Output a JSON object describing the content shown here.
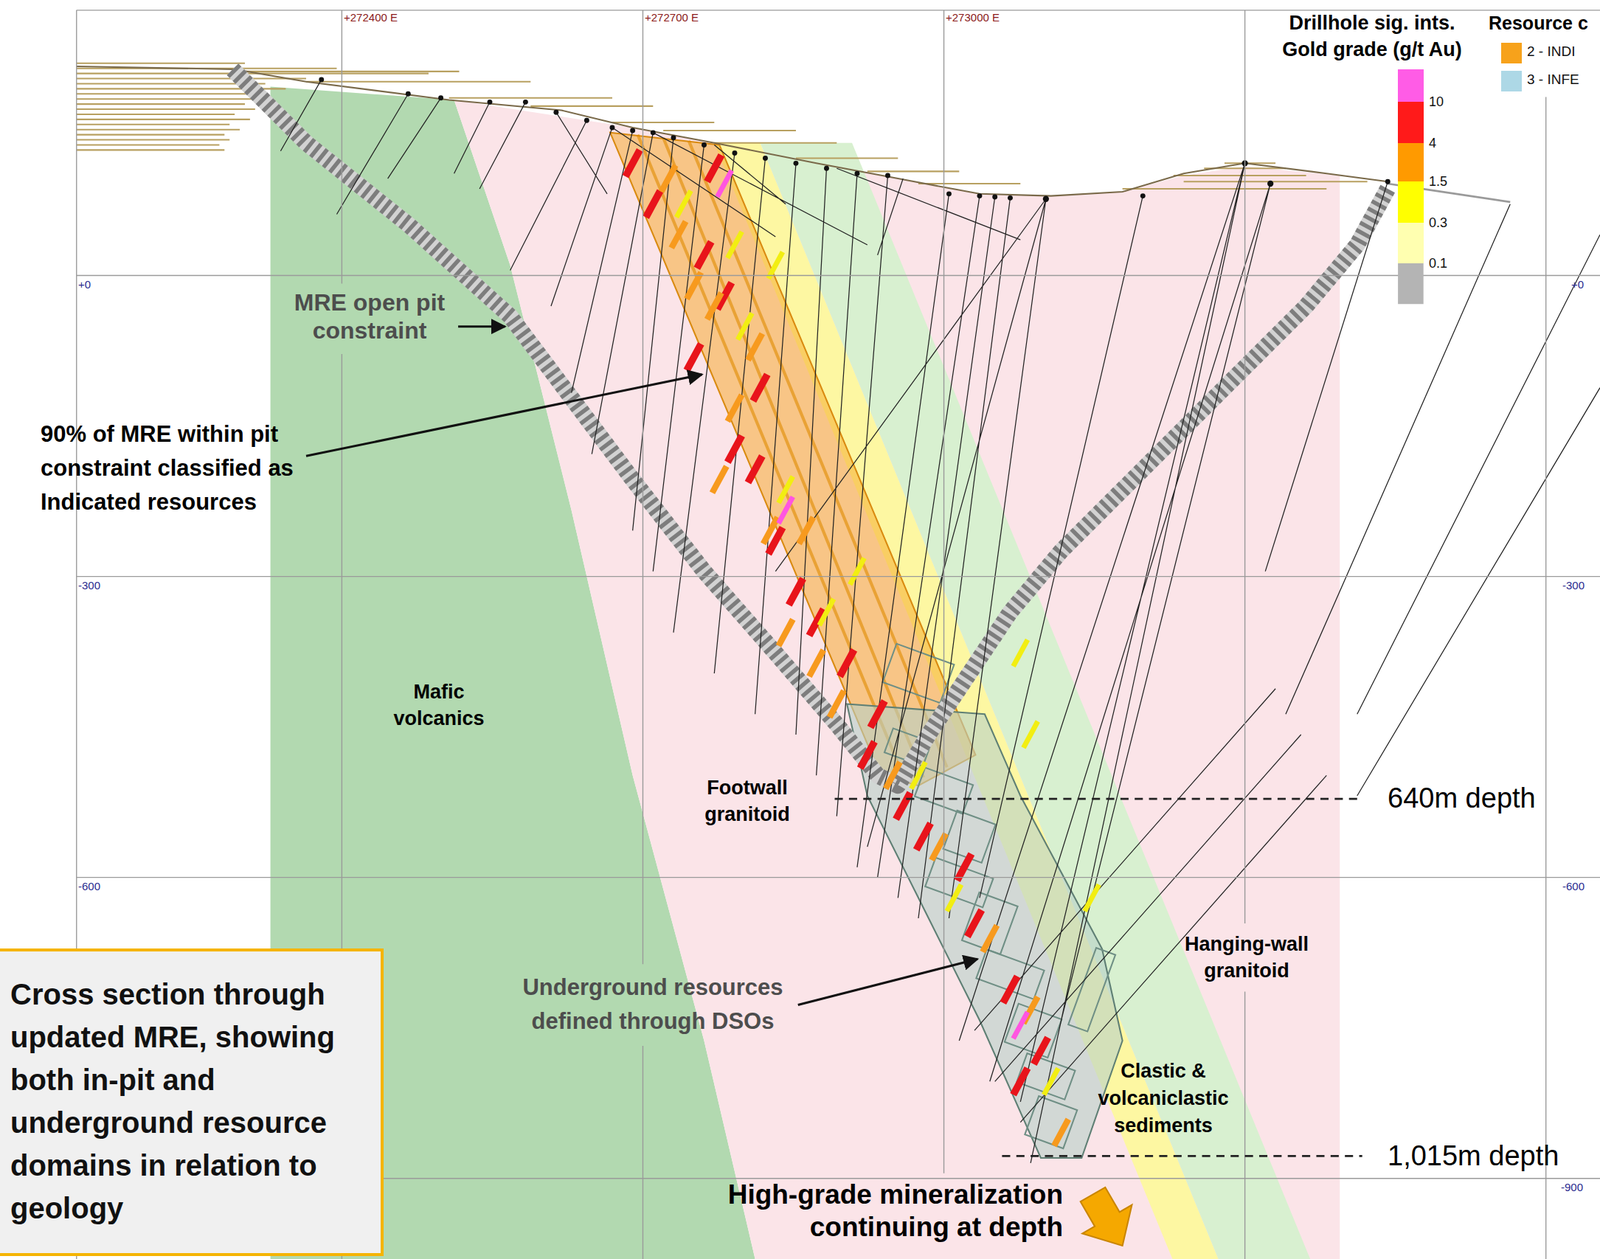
{
  "diagram": {
    "caption": "Cross section through updated MRE, showing both in-pit and underground resource domains in relation to geology",
    "labels": [
      "+272400 E",
      "+272700 E",
      "+273000 E",
      "+0",
      "+0",
      "-300",
      "-300",
      "-600",
      "-600",
      "-900",
      "Drillhole sig. ints.",
      "Gold grade (g/t Au)",
      "Resource c",
      "MRE open pit constraint",
      "90% of MRE within pit constraint classified as Indicated resources",
      "Mafic volcanics",
      "Footwall granitoid",
      "640m depth",
      "Hanging-wall granitoid",
      "Underground resources defined through DSOs",
      "Clastic & volcaniclastic sediments",
      "1,015m depth",
      "High-grade mineralization continuing at depth"
    ],
    "legend": [
      {
        "text": "10",
        "color": "#ff5ce6"
      },
      {
        "text": "4",
        "color": "#ff1a1a"
      },
      {
        "text": "1.5",
        "color": "#ff9a00"
      },
      {
        "text": "0.3",
        "color": "#ffff00"
      },
      {
        "text": "0.1",
        "color": "#ffffb0"
      },
      {
        "text": "2 - INDI",
        "color": "#f7a21b"
      },
      {
        "text": "3 - INFE",
        "color": "#add8e6"
      }
    ]
  }
}
